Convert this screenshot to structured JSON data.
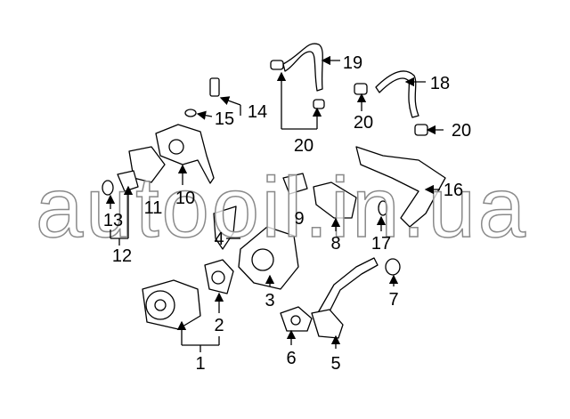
{
  "watermark": "autooil.in.ua",
  "callouts": {
    "c1": "1",
    "c2": "2",
    "c3": "3",
    "c4": "4",
    "c5": "5",
    "c6": "6",
    "c7": "7",
    "c8": "8",
    "c9": "9",
    "c10": "10",
    "c11": "11",
    "c12": "12",
    "c13": "13",
    "c14": "14",
    "c15": "15",
    "c16": "16",
    "c17": "17",
    "c18": "18",
    "c19": "19",
    "c20a": "20",
    "c20b": "20",
    "c20c": "20"
  }
}
